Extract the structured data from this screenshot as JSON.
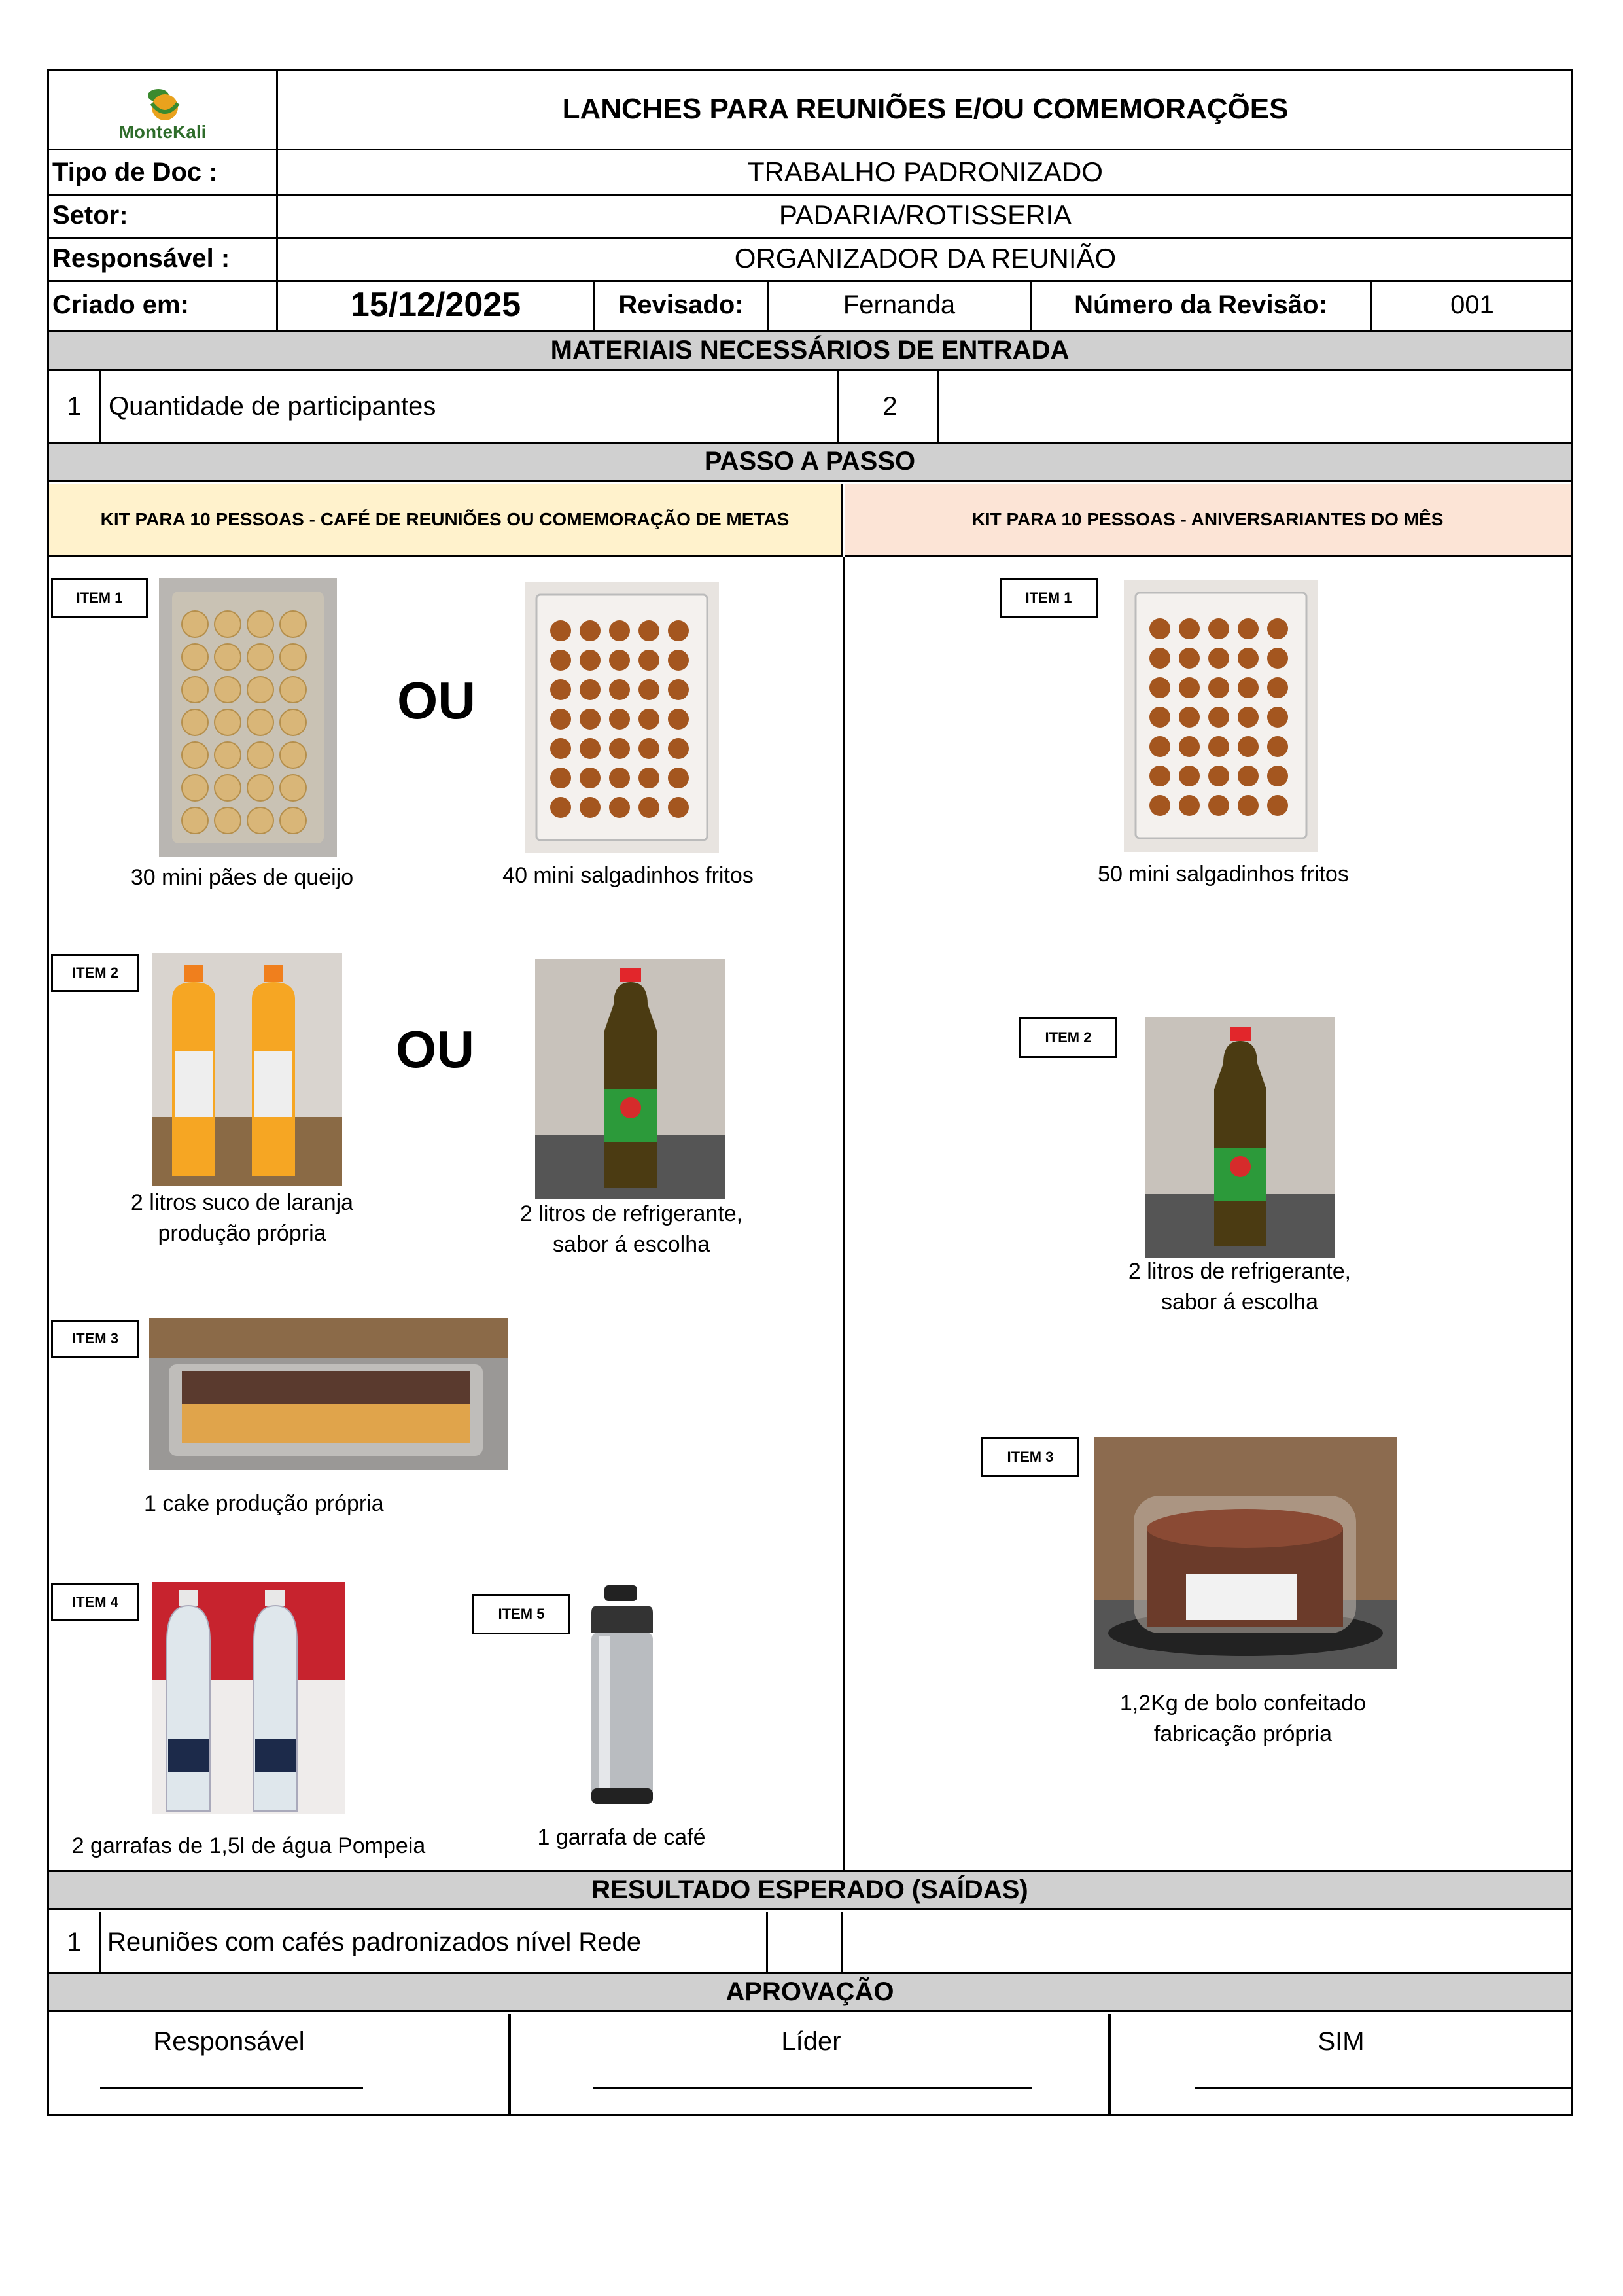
{
  "header": {
    "logo_text": "MonteKali",
    "title": "LANCHES PARA REUNIÕES E/OU COMEMORAÇÕES"
  },
  "info": {
    "tipo_label": "Tipo de Doc :",
    "tipo_value": "TRABALHO PADRONIZADO",
    "setor_label": "Setor:",
    "setor_value": "PADARIA/ROTISSERIA",
    "resp_label": "Responsável :",
    "resp_value": "ORGANIZADOR DA REUNIÃO",
    "criado_label": "Criado em:",
    "criado_value": "15/12/2025",
    "revisado_label": "Revisado:",
    "revisado_value": "Fernanda",
    "numero_label": "Número da Revisão:",
    "numero_value": "001"
  },
  "materiais": {
    "heading": "MATERIAIS NECESSÁRIOS DE ENTRADA",
    "row_num": "1",
    "row_text": "Quantidade de participantes",
    "row_value": "2"
  },
  "passo": {
    "heading": "PASSO A PASSO",
    "left_kit": "KIT PARA 10 PESSOAS - CAFÉ DE REUNIÕES OU COMEMORAÇÃO DE METAS",
    "right_kit": "KIT PARA 10 PESSOAS - ANIVERSARIANTES DO MÊS",
    "ou": "OU",
    "left": {
      "item1": "ITEM 1",
      "cap1a": "30 mini pães de queijo",
      "cap1b": "40 mini salgadinhos fritos",
      "item2": "ITEM 2",
      "cap2a_l1": "2 litros suco de laranja",
      "cap2a_l2": "produção própria",
      "cap2b_l1": "2 litros de refrigerante,",
      "cap2b_l2": "sabor á escolha",
      "item3": "ITEM 3",
      "cap3": "1 cake produção própria",
      "item4": "ITEM 4",
      "cap4": "2 garrafas de 1,5l de água Pompeia",
      "item5": "ITEM 5",
      "cap5": "1 garrafa de café"
    },
    "right": {
      "item1": "ITEM 1",
      "cap1": "50 mini salgadinhos fritos",
      "item2": "ITEM 2",
      "cap2_l1": "2 litros de refrigerante,",
      "cap2_l2": "sabor á escolha",
      "item3": "ITEM 3",
      "cap3_l1": "1,2Kg de bolo confeitado",
      "cap3_l2": "fabricação própria"
    }
  },
  "resultado": {
    "heading": "RESULTADO ESPERADO (SAÍDAS)",
    "row_num": "1",
    "row_text": "Reuniões com cafés padronizados nível Rede"
  },
  "aprovacao": {
    "heading": "APROVAÇÃO",
    "col1": "Responsável",
    "col2": "Líder",
    "col3": "SIM"
  },
  "photos": {
    "pao_queijo": "mini-cheese-breads-tray",
    "salgadinhos": "fried-snacks-tray",
    "suco": "orange-juice-bottles",
    "refrigerante": "soda-bottle",
    "cake": "cake-in-container",
    "agua": "water-bottles",
    "garrafa_cafe": "coffee-thermos",
    "bolo": "frosted-cake"
  },
  "colors": {
    "grey_band": "#d0d0d0",
    "left_kit_bg": "#fff2cc",
    "right_kit_bg": "#fce4d6"
  }
}
